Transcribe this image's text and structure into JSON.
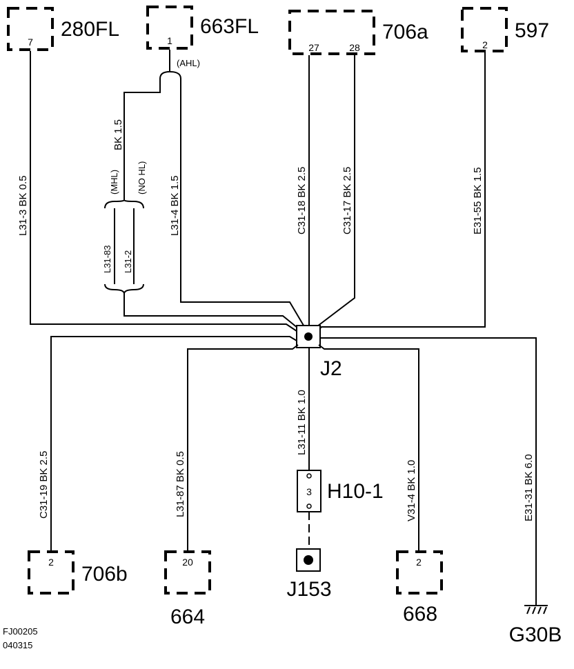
{
  "components": {
    "c280fl": {
      "name": "280FL",
      "pin": "7"
    },
    "c663fl": {
      "name": "663FL",
      "pin": "1"
    },
    "c706a": {
      "name": "706a",
      "pin_a": "27",
      "pin_b": "28"
    },
    "c597": {
      "name": "597",
      "pin": "2"
    },
    "c706b": {
      "name": "706b",
      "pin": "2"
    },
    "c664": {
      "name": "664",
      "pin": "20"
    },
    "j153": {
      "name": "J153"
    },
    "c668": {
      "name": "668",
      "pin": "2"
    },
    "h10": {
      "name": "H10-1",
      "pin": "3"
    },
    "j2": {
      "name": "J2"
    },
    "g30b": {
      "name": "G30B"
    }
  },
  "wires": {
    "l31_3": "L31-3  BK  0.5",
    "bk15_mhl": "BK  1.5",
    "mhl": "(MHL)",
    "nohl": "(NO HL)",
    "l31_83": "L31-83",
    "l31_2": "L31-2",
    "ahl": "(AHL)",
    "l31_4": "L31-4  BK  1.5",
    "c31_18": "C31-18  BK  2.5",
    "c31_17": "C31-17  BK  2.5",
    "e31_55": "E31-55  BK  1.5",
    "c31_19": "C31-19  BK  2.5",
    "l31_87": "L31-87  BK  0.5",
    "l31_11": "L31-11  BK  1.0",
    "v31_4": "V31-4  BK  1.0",
    "e31_31": "E31-31  BK  6.0"
  },
  "footer": {
    "code": "FJ00205",
    "date": "040315"
  }
}
